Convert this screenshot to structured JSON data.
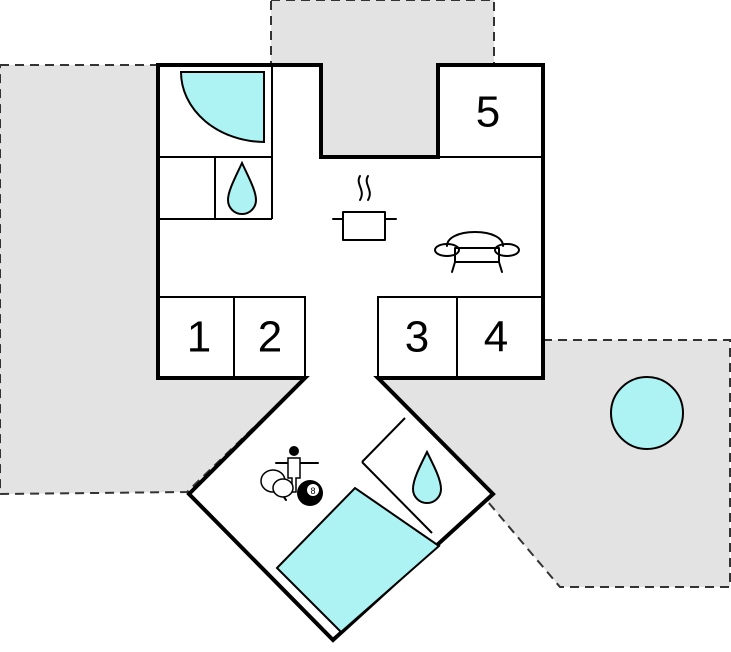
{
  "rooms": {
    "bedroom_1": "1",
    "bedroom_2": "2",
    "bedroom_3": "3",
    "bedroom_4": "4",
    "bedroom_5": "5"
  },
  "ball_number": "8",
  "icons": {
    "shower": "quarter-circle-shower-icon",
    "sink_upper": "water-drop-icon",
    "sink_lower": "water-drop-icon",
    "kitchen": "cooking-pot-icon",
    "living": "sofa-icon",
    "pool": "pool-icon",
    "hot_tub": "hot-tub-icon",
    "foosball": "foosball-icon",
    "table_tennis": "table-tennis-icon",
    "billiards": "billiard-ball-icon"
  },
  "colors": {
    "water": "#aef3f3",
    "terrace": "#e3e3e3",
    "walls": "#000000"
  }
}
